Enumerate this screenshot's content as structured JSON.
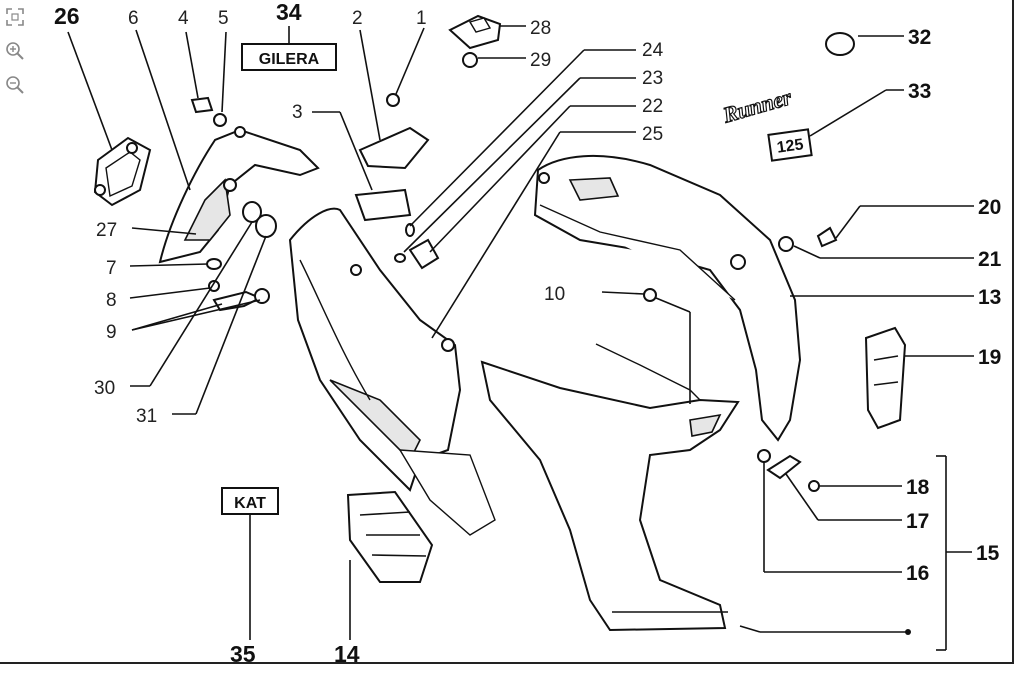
{
  "toolbar": {
    "tools": [
      {
        "name": "fit-icon",
        "glyph": "⛶"
      },
      {
        "name": "zoom-in-icon",
        "glyph": "⊕"
      },
      {
        "name": "zoom-out-icon",
        "glyph": "⊖"
      }
    ]
  },
  "callouts": {
    "c1": "1",
    "c2": "2",
    "c3": "3",
    "c4": "4",
    "c5": "5",
    "c6": "6",
    "c7": "7",
    "c8": "8",
    "c9": "9",
    "c10": "10",
    "c13": "13",
    "c14": "14",
    "c15": "15",
    "c16": "16",
    "c17": "17",
    "c18": "18",
    "c19": "19",
    "c20": "20",
    "c21": "21",
    "c22": "22",
    "c23": "23",
    "c24": "24",
    "c25": "25",
    "c26": "26",
    "c27": "27",
    "c28": "28",
    "c29": "29",
    "c30": "30",
    "c31": "31",
    "c32": "32",
    "c33": "33",
    "c34": "34",
    "c35": "35"
  },
  "tags": {
    "gilera": "GILERA",
    "kat": "KAT",
    "badge_125": "125",
    "logo": "Runner"
  }
}
